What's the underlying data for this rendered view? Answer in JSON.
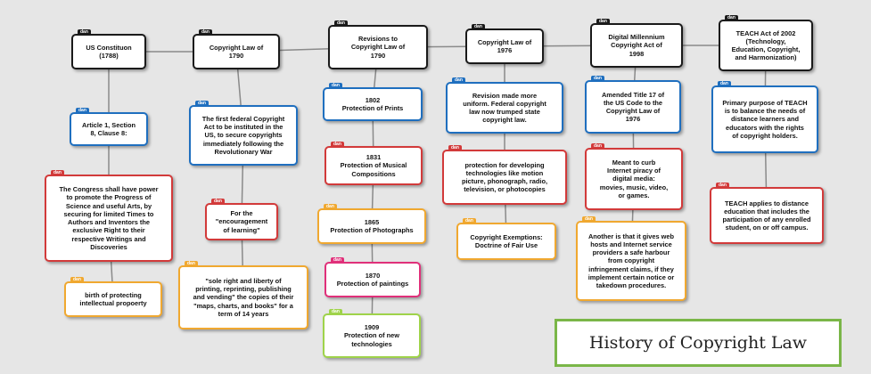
{
  "tag_label": "dan",
  "title": "History of Copyright Law",
  "nodes": [
    {
      "id": "n1",
      "color": "black",
      "text": "US Constituon\n(1788)"
    },
    {
      "id": "n2",
      "color": "black",
      "text": "Copyright Law of\n1790"
    },
    {
      "id": "n3",
      "color": "black",
      "text": "Revisions to\nCopyright Law of\n1790"
    },
    {
      "id": "n4",
      "color": "black",
      "text": "Copyright Law of\n1976"
    },
    {
      "id": "n5",
      "color": "black",
      "text": "Digital Millennium\nCopyright Act of\n1998"
    },
    {
      "id": "n6",
      "color": "black",
      "text": "TEACH Act of 2002\n(Technology,\nEducation, Copyright,\nand Harmonization)"
    },
    {
      "id": "a1",
      "color": "blue",
      "text": "Article 1, Section\n8, Clause 8:"
    },
    {
      "id": "a2",
      "color": "red",
      "text": "The Congress shall have power\nto promote the Progress of\nScience and useful Arts, by\nsecuring for limited Times to\nAuthors and Inventors the\nexclusive Right to their\nrespective Writings and\nDiscoveries"
    },
    {
      "id": "a3",
      "color": "orange",
      "text": "birth of protecting\nintellectual propoerty"
    },
    {
      "id": "b1",
      "color": "blue",
      "text": "The first federal Copyright\nAct to be instituted in the\nUS, to secure copyrights\nimmediately following the\nRevolutionary War"
    },
    {
      "id": "b2",
      "color": "red",
      "text": "For the\n\"encouragement\nof learning\""
    },
    {
      "id": "b3",
      "color": "orange",
      "text": "\"sole right and liberty of\nprinting, reprinting, publishing\nand vending\" the copies of their\n\"maps, charts, and books\" for a\nterm of 14 years"
    },
    {
      "id": "c1",
      "color": "blue",
      "text": "1802\nProtection of Prints"
    },
    {
      "id": "c2",
      "color": "red",
      "text": "1831\nProtection of Musical\nCompositions"
    },
    {
      "id": "c3",
      "color": "orange",
      "text": "1865\nProtection of Photographs"
    },
    {
      "id": "c4",
      "color": "pink",
      "text": "1870\nProtection of paintings"
    },
    {
      "id": "c5",
      "color": "green",
      "text": "1909\nProtection of new\ntechnologies"
    },
    {
      "id": "d1",
      "color": "blue",
      "text": "Revision made more\nuniform. Federal copyright\nlaw now trumped state\ncopyright law."
    },
    {
      "id": "d2",
      "color": "red",
      "text": "protection for developing\ntechnologies like motion\npicture, phonograph, radio,\ntelevision, or photocopies"
    },
    {
      "id": "d3",
      "color": "orange",
      "text": "Copyright Exemptions:\nDoctrine of Fair Use"
    },
    {
      "id": "e1",
      "color": "blue",
      "text": "Amended Title 17 of\nthe US Code to the\nCopyright Law of\n1976"
    },
    {
      "id": "e2",
      "color": "red",
      "text": "Meant to curb\nInternet piracy of\ndigital media:\nmovies, music, video,\nor games."
    },
    {
      "id": "e3",
      "color": "orange",
      "text": "Another is that it gives web\nhosts and Internet service\nproviders a safe harbour\nfrom copyright\ninfringement claims, if they\nimplement certain notice or\ntakedown procedures."
    },
    {
      "id": "f1",
      "color": "blue",
      "text": "Primary purpose of TEACH\nis to balance the needs of\ndistance learners and\neducators with the rights\nof copyright holders."
    },
    {
      "id": "f2",
      "color": "red",
      "text": "TEACH applies to distance\neducation that includes the\nparticipation of any enrolled\nstudent, on or off campus."
    }
  ]
}
